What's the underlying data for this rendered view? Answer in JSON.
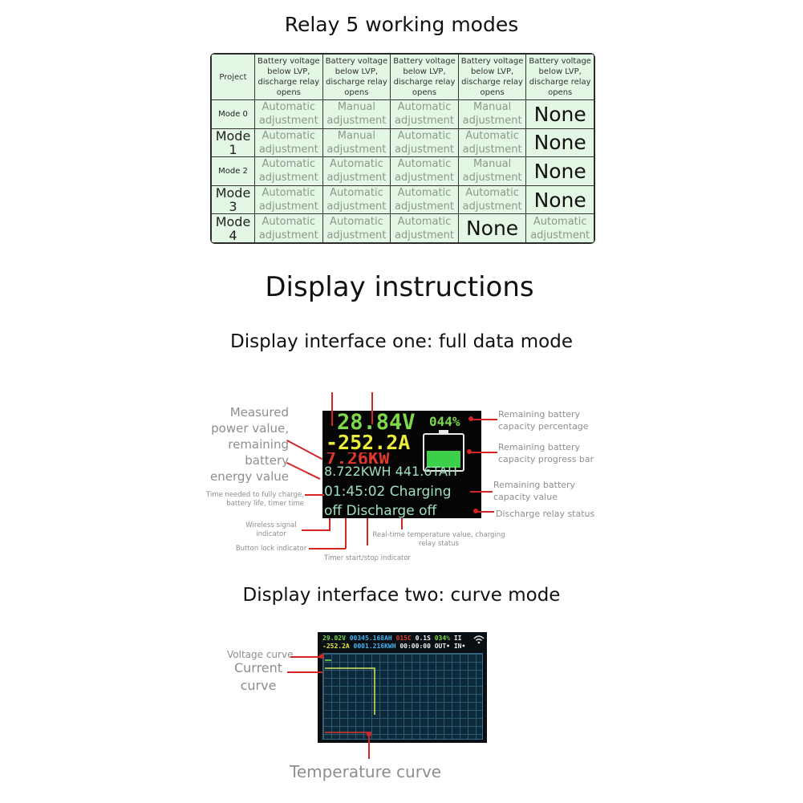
{
  "relay_section": {
    "title": "Relay 5 working modes",
    "header": {
      "project": "Project",
      "columns": [
        "Battery voltage below LVP, discharge relay opens",
        "Battery voltage below LVP, discharge relay opens",
        "Battery voltage below LVP, discharge relay opens",
        "Battery voltage below LVP, discharge relay opens",
        "Battery voltage below LVP, discharge relay opens"
      ]
    },
    "rows": [
      {
        "mode": "Mode 0",
        "cells": [
          "Automatic adjustment",
          "Manual adjustment",
          "Automatic adjustment",
          "Manual adjustment",
          "None"
        ]
      },
      {
        "mode": "Mode 1",
        "cells": [
          "Automatic adjustment",
          "Manual adjustment",
          "Automatic adjustment",
          "Automatic adjustment",
          "None"
        ]
      },
      {
        "mode": "Mode 2",
        "cells": [
          "Automatic adjustment",
          "Automatic adjustment",
          "Automatic adjustment",
          "Manual adjustment",
          "None"
        ]
      },
      {
        "mode": "Mode 3",
        "cells": [
          "Automatic adjustment",
          "Automatic adjustment",
          "Automatic adjustment",
          "Automatic adjustment",
          "None"
        ]
      },
      {
        "mode": "Mode 4",
        "cells": [
          "Automatic adjustment",
          "Automatic adjustment",
          "Automatic adjustment",
          "None",
          "Automatic adjustment"
        ]
      }
    ]
  },
  "display_instructions": {
    "title": "Display instructions",
    "interface_one": {
      "title": "Display interface one: full data mode",
      "screen": {
        "voltage": "28.84V",
        "percent": "044%",
        "current": "-252.2A",
        "power": "7.26KW",
        "energy_line": "8.722KWH 441.6TAH",
        "time_line": "01:45:02 Charging",
        "status_line": "off Discharge off"
      },
      "labels": {
        "measured": "Measured power value, remaining battery energy value",
        "time_needed": "Time needed to fully charge, battery life, timer time",
        "wireless": "Wireless signal indicator",
        "button_lock": "Button lock indicator",
        "timer": "Timer start/stop indicator",
        "realtime": "Real-time temperature value, charging relay status",
        "remaining_pct": "Remaining battery capacity percentage",
        "remaining_bar": "Remaining battery capacity progress bar",
        "remaining_value": "Remaining battery capacity value",
        "discharge_status": "Discharge relay status"
      },
      "colors": {
        "voltage": "#7dd94a",
        "current": "#ecec3a",
        "power": "#e0392b",
        "text": "#9fe0c0",
        "battery": "#3ccf4a"
      }
    },
    "interface_two": {
      "title": "Display interface two: curve mode",
      "screen": {
        "line1": {
          "v": "29.02V",
          "ah": "00345.168AH",
          "temp": "015C",
          "t": "0.1S",
          "pct": "034%",
          "icon": "II"
        },
        "line2": {
          "a": "-252.2A",
          "kwh": "0001.216KWH",
          "time": "00:00:00",
          "out": "OUT",
          "in": "IN"
        }
      },
      "labels": {
        "voltage_curve": "Voltage curve",
        "current_curve": "Current curve",
        "temperature_curve": "Temperature curve"
      }
    }
  }
}
